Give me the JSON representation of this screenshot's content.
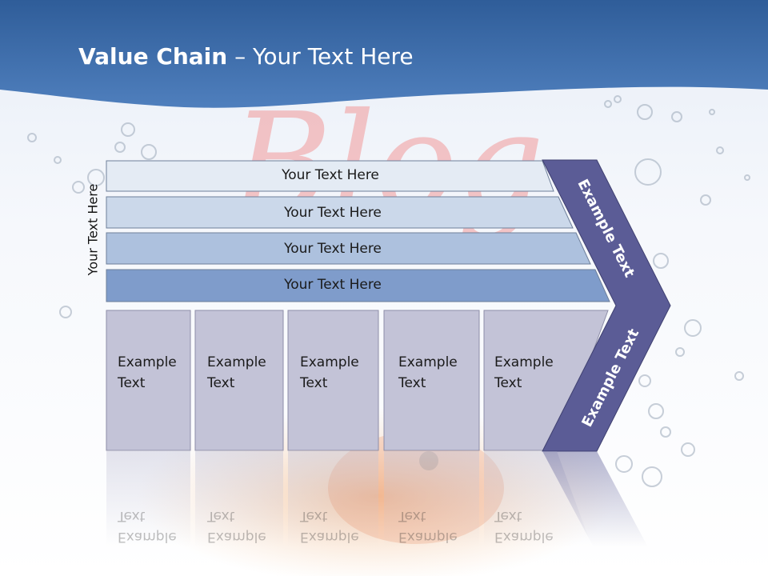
{
  "slide": {
    "title_bold": "Value Chain",
    "title_rest": " – Your Text Here",
    "background_word": "Blog"
  },
  "side_label": "Your Text Here",
  "bands": [
    {
      "label": "Your Text Here",
      "color": "#e4ebf4"
    },
    {
      "label": "Your Text Here",
      "color": "#cbd8ea"
    },
    {
      "label": "Your Text Here",
      "color": "#adc1de"
    },
    {
      "label": "Your Text Here",
      "color": "#7f9ccb"
    }
  ],
  "columns": [
    {
      "line1": "Example",
      "line2": "Text"
    },
    {
      "line1": "Example",
      "line2": "Text"
    },
    {
      "line1": "Example",
      "line2": "Text"
    },
    {
      "line1": "Example",
      "line2": "Text"
    },
    {
      "line1": "Example",
      "line2": "Text"
    }
  ],
  "chevron": {
    "upper_label": "Example Text",
    "lower_label": "Example Text",
    "color": "#5b5c96"
  },
  "colors": {
    "header": "#3e6aa6",
    "column_fill": "#c3c3d7",
    "watermark": "#f29a9a"
  }
}
